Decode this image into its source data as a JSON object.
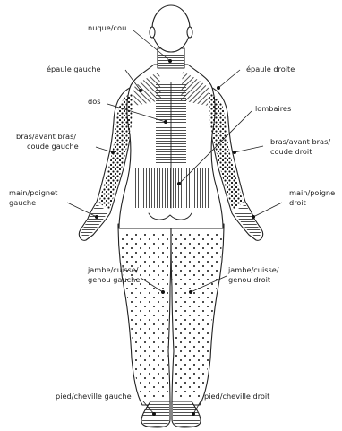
{
  "labels": {
    "neck": "nuque/cou",
    "shoulder_left": "épaule gauche",
    "shoulder_right": "épaule droite",
    "back": "dos",
    "lumbar": "lombaires",
    "arm_left_line1": "bras/avant bras/",
    "arm_left_line2": "coude gauche",
    "arm_right_line1": "bras/avant bras/",
    "arm_right_line2": "coude droit",
    "hand_left_line1": "main/poignet",
    "hand_left_line2": "gauche",
    "hand_right_line1": "main/poigne",
    "hand_right_line2": "droit",
    "leg_left_line1": "jambe/cuisse/",
    "leg_left_line2": "genou gauche",
    "leg_right_line1": "jambe/cuisse/",
    "leg_right_line2": "genou droit",
    "foot_left": "pied/cheville gauche",
    "foot_right": "pied/cheville droit"
  },
  "colors": {
    "line": "#222222",
    "background": "#ffffff"
  }
}
